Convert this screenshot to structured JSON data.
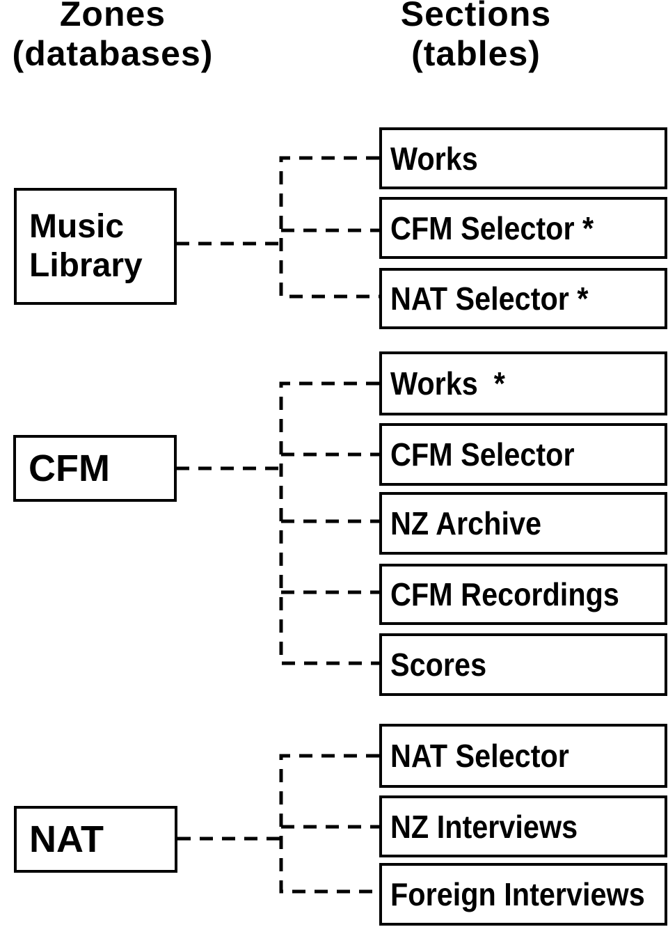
{
  "titles": {
    "zones": {
      "line1": "Zones",
      "line2": "(databases)"
    },
    "sections": {
      "line1": "Sections",
      "line2": "(tables)"
    }
  },
  "groups": [
    {
      "zone": "Music Library",
      "sections": [
        "Works",
        "CFM Selector *",
        "NAT Selector *"
      ]
    },
    {
      "zone": "CFM",
      "sections": [
        "Works  *",
        "CFM Selector",
        "NZ Archive",
        "CFM Recordings",
        "Scores"
      ]
    },
    {
      "zone": "NAT",
      "sections": [
        "NAT Selector",
        "NZ Interviews",
        "Foreign Interviews"
      ]
    }
  ],
  "colors": {
    "background": "#ffffff",
    "line": "#000000",
    "text": "#000000"
  }
}
